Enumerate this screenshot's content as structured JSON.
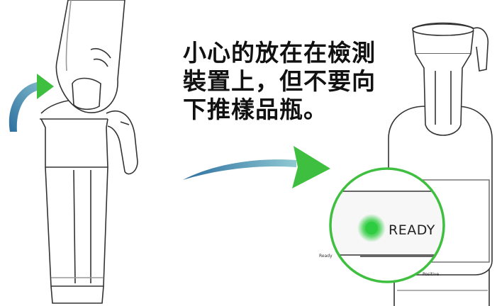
{
  "instruction": {
    "lines": [
      "小心的放在在檢測",
      "裝置上，但不要向",
      "下推樣品瓶。"
    ]
  },
  "device": {
    "status_text": "READY",
    "indicator_label": "Ready",
    "result_label": "Positive",
    "indicator_color": "#2ecc40"
  },
  "colors": {
    "accent_green": "#3fbf3f",
    "arrow_blue_start": "#2d6f9f",
    "arrow_blue_end": "#7fc3cf"
  },
  "icons": [
    "curved-arrow-icon",
    "finger-icon",
    "sample-vial-icon",
    "right-arrow-icon",
    "test-device-icon",
    "ready-light-icon"
  ]
}
